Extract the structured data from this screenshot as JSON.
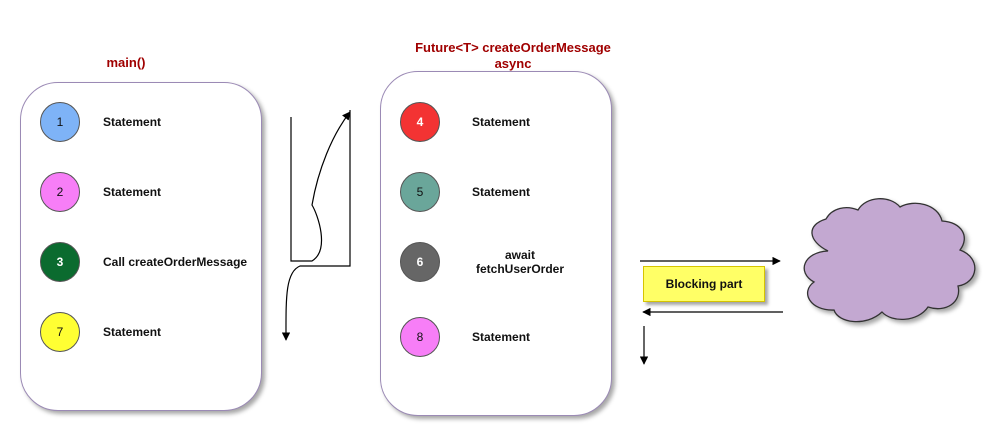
{
  "main_panel": {
    "title": "main()",
    "steps": [
      {
        "number": "1",
        "label": "Statement",
        "color": "#7eb3f7"
      },
      {
        "number": "2",
        "label": "Statement",
        "color": "#f77ef7"
      },
      {
        "number": "3",
        "label": "Call createOrderMessage",
        "color": "#0b6b2f"
      },
      {
        "number": "7",
        "label": "Statement",
        "color": "#ffff33"
      }
    ]
  },
  "async_panel": {
    "title_line1": "Future<T> createOrderMessage",
    "title_line2": "async",
    "steps": [
      {
        "number": "4",
        "label": "Statement",
        "color": "#f33333"
      },
      {
        "number": "5",
        "label": "Statement",
        "color": "#6aa69a"
      },
      {
        "number": "6",
        "label_line1": "await",
        "label_line2": "fetchUserOrder",
        "color": "#666666"
      },
      {
        "number": "8",
        "label": "Statement",
        "color": "#f77ef7"
      }
    ]
  },
  "blocking": {
    "label": "Blocking part",
    "color": "#ffff66"
  },
  "cloud": {
    "color": "#c3a8d1"
  }
}
